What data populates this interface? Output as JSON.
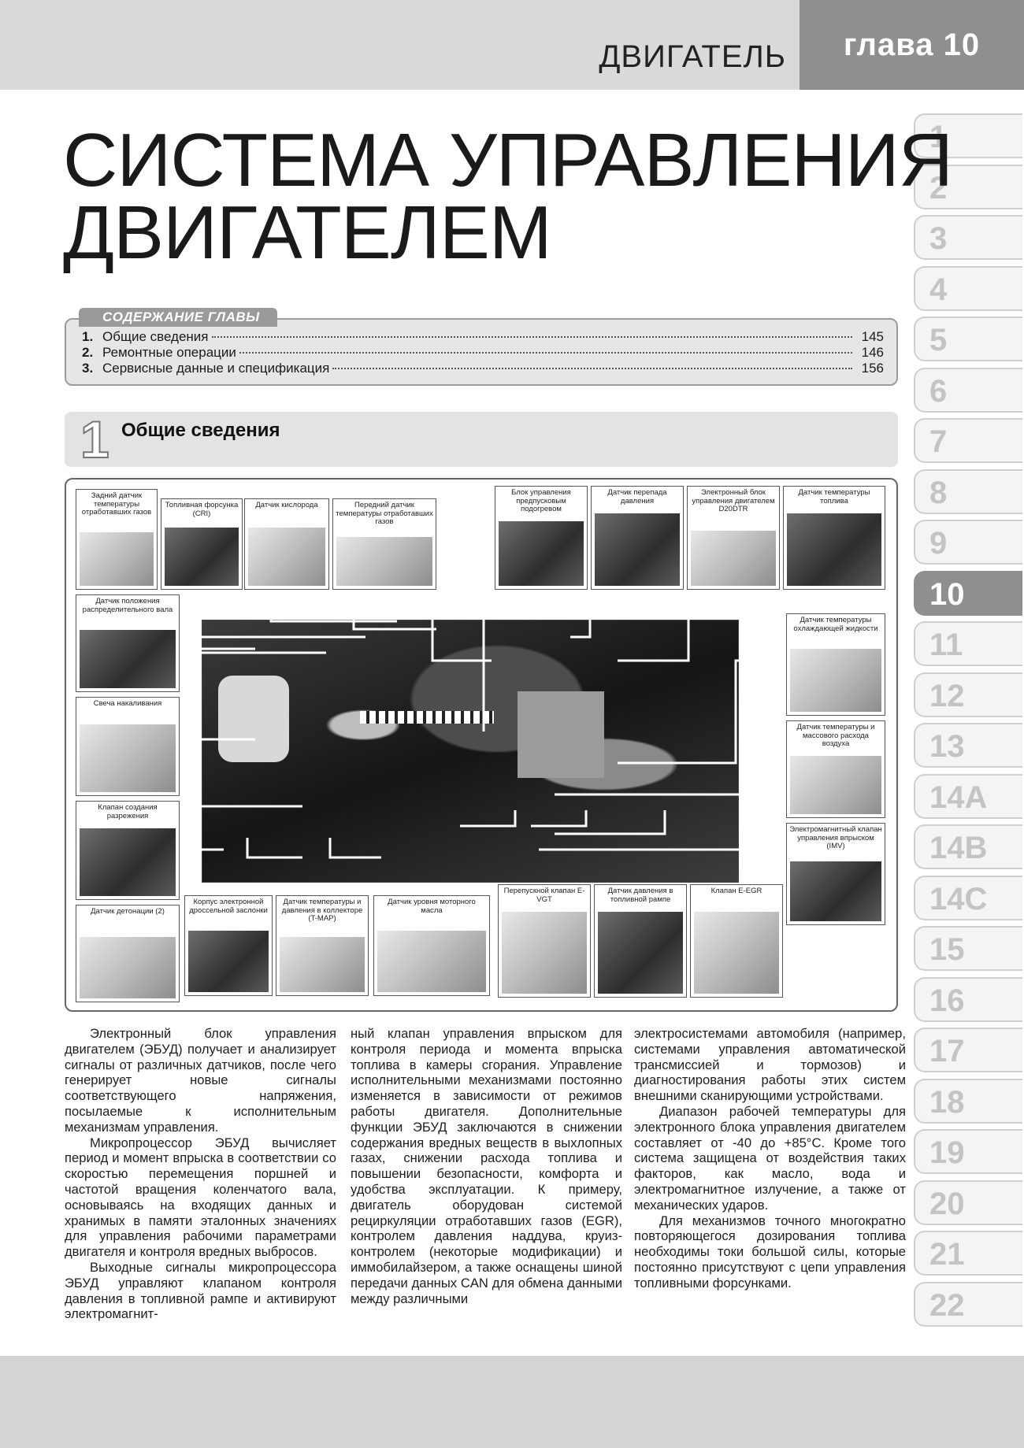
{
  "header": {
    "section": "ДВИГАТЕЛЬ",
    "chapter": "глава 10"
  },
  "tabs": [
    "1",
    "2",
    "3",
    "4",
    "5",
    "6",
    "7",
    "8",
    "9",
    "10",
    "11",
    "12",
    "13",
    "14A",
    "14B",
    "14C",
    "15",
    "16",
    "17",
    "18",
    "19",
    "20",
    "21",
    "22"
  ],
  "active_tab": "10",
  "title": {
    "line1": "Система управления",
    "line2": "двигателем"
  },
  "toc": {
    "tag": "СОДЕРЖАНИЕ ГЛАВЫ",
    "items": [
      {
        "num": "1.",
        "text": "Общие сведения",
        "page": "145"
      },
      {
        "num": "2.",
        "text": "Ремонтные операции",
        "page": "146"
      },
      {
        "num": "3.",
        "text": "Сервисные данные и спецификация",
        "page": "156"
      }
    ]
  },
  "section": {
    "num": "1",
    "title": "Общие сведения"
  },
  "figure_labels": {
    "rear_o2": "Задний датчик температуры отработавших газов",
    "injector": "Топливная форсунка (CRI)",
    "oxygen": "Датчик кислорода",
    "front_temp": "Передний датчик температуры отработавших газов",
    "glow_ctrl": "Блок управления предпусковым подогревом",
    "pressure_diff": "Датчик перепада давления",
    "ecu": "Электронный блок управления двигателем D20DTR",
    "fuel_temp": "Датчик температуры топлива",
    "camshaft": "Датчик положения распределительного вала",
    "coolant": "Датчик температуры охлаждающей жидкости",
    "glow_plug": "Свеча накаливания",
    "maf": "Датчик температуры и массового расхода воздуха",
    "vacuum": "Клапан создания разрежения",
    "imv": "Электромагнитный клапан управления впрыском (IMV)",
    "knock": "Датчик детонации (2)",
    "throttle": "Корпус электронной дроссельной заслонки",
    "tmap": "Датчик температуры и давления в коллекторе (T-MAP)",
    "oil_level": "Датчик уровня моторного масла",
    "e_vgt": "Перепускной клапан E-VGT",
    "rail_pressure": "Датчик давления в топливной рампе",
    "e_egr": "Клапан E-EGR"
  },
  "body": {
    "c1p1": "Электронный блок управления двигателем (ЭБУД) получает и анализирует сигналы от различных датчиков, после чего генерирует новые сигналы соответствующего напряжения, посылаемые к исполнительным механизмам управления.",
    "c1p2": "Микропроцессор ЭБУД вычисляет период и момент впрыска в соответствии со скоростью перемещения поршней и частотой вращения коленчатого вала, основываясь на входящих данных и хранимых в памяти эталонных значениях для управления рабочими параметрами двигателя и контроля вредных выбросов.",
    "c1p3": "Выходные сигналы микропроцессора ЭБУД управляют клапаном контроля давления в топливной рампе и активируют электромагнит-",
    "c2p1": "ный клапан управления впрыском для контроля периода и момента впрыска топлива в камеры сгорания. Управление исполнительными механизмами постоянно изменяется в зависимости от режимов работы двигателя. Дополнительные функции ЭБУД заключаются в снижении содержания вредных веществ в выхлопных газах, снижении расхода топлива и повышении безопасности, комфорта и удобства эксплуатации. К примеру, двигатель оборудован системой рециркуляции отработавших газов (EGR), контролем давления наддува, круиз-контролем (некоторые модификации) и иммобилайзером, а также оснащены шиной передачи данных CAN для обмена данными между различными",
    "c3p1": "электросистемами автомобиля (например, системами управления автоматической трансмиссией и тормозов) и диагностирования работы этих систем внешними сканирующими устройствами.",
    "c3p2": "Диапазон рабочей температуры для электронного блока управления двигателем составляет от -40 до +85°С. Кроме того система защищена от воздействия таких факторов, как масло, вода и электромагнитное излучение, а также от механических ударов.",
    "c3p3": "Для механизмов точного многократно повторяющегося дозирования топлива необходимы токи большой силы, которые постоянно присутствуют с цепи управления топливными форсунками."
  }
}
